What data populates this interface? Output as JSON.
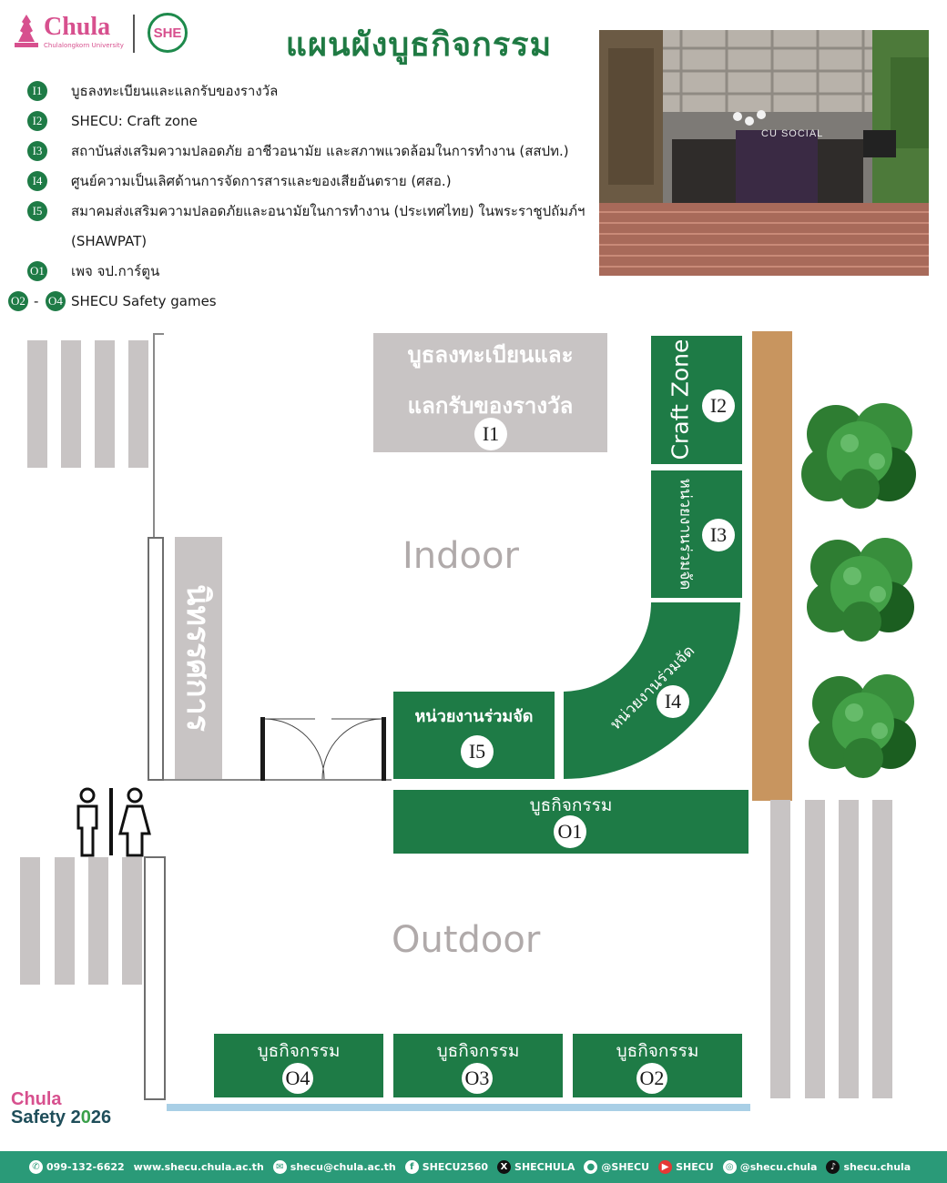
{
  "header": {
    "logo_text": "Chula",
    "logo_sub": "Chulalongkorn University",
    "she_logo": "SHE",
    "title": "แผนผังบูธกิจกรรม"
  },
  "photo": {
    "sign": "CU SOCIAL"
  },
  "legend": [
    {
      "code": "I1",
      "text": "บูธลงทะเบียนและแลกรับของรางวัล"
    },
    {
      "code": "I2",
      "text": "SHECU: Craft zone"
    },
    {
      "code": "I3",
      "text": "สถาบันส่งเสริมความปลอดภัย อาชีวอนามัย และสภาพแวดล้อมในการทำงาน (สสปท.)"
    },
    {
      "code": "I4",
      "text": "ศูนย์ความเป็นเลิศด้านการจัดการสารและของเสียอันตราย (ศสอ.)"
    },
    {
      "code": "I5",
      "text": "สมาคมส่งเสริมความปลอดภัยและอนามัยในการทำงาน (ประเทศไทย) ในพระราชูปถัมภ์ฯ",
      "text2": "(SHAWPAT)"
    },
    {
      "code": "O1",
      "text": "เพจ จป.การ์ตูน"
    },
    {
      "code": "O2",
      "code2": "O4",
      "dash": "-",
      "text": "SHECU Safety games"
    }
  ],
  "map": {
    "indoor": "Indoor",
    "outdoor": "Outdoor",
    "registration": {
      "line1": "บูธลงทะเบียนและ",
      "line2": "แลกรับของรางวัล",
      "code": "I1"
    },
    "craft": {
      "label": "Craft Zone",
      "code": "I2"
    },
    "i3": {
      "label": "หน่วยงานร่วมจัด",
      "code": "I3"
    },
    "i4": {
      "label": "หน่วยงานร่วมจัด",
      "code": "I4"
    },
    "i5": {
      "label": "หน่วยงานร่วมจัด",
      "code": "I5"
    },
    "reception": "นิทรรศการ",
    "o1": {
      "label": "บูธกิจกรรม",
      "code": "O1"
    },
    "o2": {
      "label": "บูธกิจกรรม",
      "code": "O2"
    },
    "o3": {
      "label": "บูธกิจกรรม",
      "code": "O3"
    },
    "o4": {
      "label": "บูธกิจกรรม",
      "code": "O4"
    }
  },
  "brand": {
    "line1": "Chula",
    "line2": "Safety 2",
    "line2b": "0",
    "line2c": "26"
  },
  "footer": {
    "phone": "099-132-6622",
    "website": "www.shecu.chula.ac.th",
    "email": "shecu@chula.ac.th",
    "facebook": "SHECU2560",
    "x": "SHECHULA",
    "line": "@SHECU",
    "youtube": "SHECU",
    "instagram": "@shecu.chula",
    "tiktok": "shecu.chula"
  },
  "colors": {
    "green": "#1e7b46",
    "gray": "#c8c4c4",
    "pink": "#d7508e",
    "footer": "#2a9a78",
    "tan": "#c8955f",
    "water": "#a9cfe6"
  },
  "icons": [
    "phone-icon",
    "mail-icon",
    "facebook-icon",
    "x-icon",
    "line-icon",
    "youtube-icon",
    "instagram-icon",
    "tiktok-icon",
    "tree-icon",
    "restroom-icon"
  ]
}
